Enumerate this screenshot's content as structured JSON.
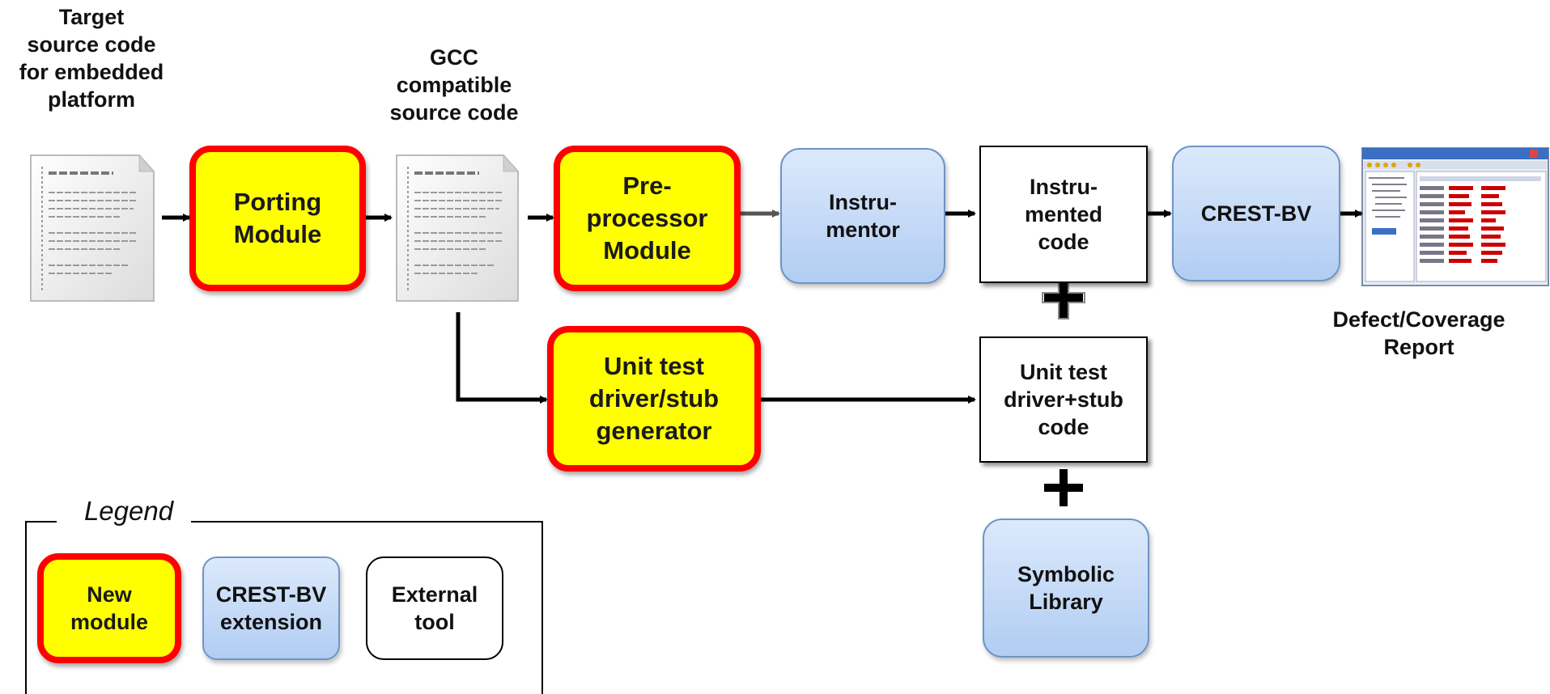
{
  "labels": {
    "target_source": "Target\nsource code\nfor embedded\nplatform",
    "gcc_source": "GCC\ncompatible\nsource code",
    "report": "Defect/Coverage\nReport"
  },
  "modules": {
    "porting": "Porting\nModule",
    "preprocessor": "Pre-\nprocessor\nModule",
    "instrumentor": "Instru-\nmentor",
    "instrumented_code": "Instru-\nmented\ncode",
    "crest_bv": "CREST-BV",
    "unit_test_generator": "Unit test\ndriver/stub\ngenerator",
    "unit_test_code": "Unit test\ndriver+stub\ncode",
    "symbolic_library": "Symbolic\nLibrary"
  },
  "legend": {
    "title": "Legend",
    "new_module": "New\nmodule",
    "crest_extension": "CREST-BV\nextension",
    "external_tool": "External\ntool"
  },
  "icons": [
    "document-icon",
    "document-icon",
    "report-screenshot-icon",
    "plus-icon",
    "plus-icon"
  ]
}
